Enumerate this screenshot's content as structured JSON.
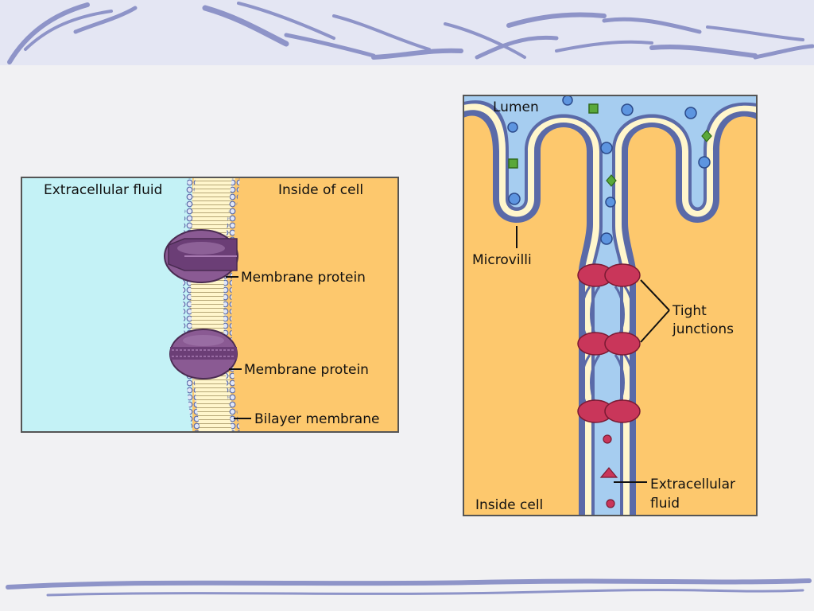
{
  "left_figure": {
    "label_extracellular": "Extracellular fluid",
    "label_inside": "Inside of cell",
    "label_protein_1": "Membrane protein",
    "label_protein_2": "Membrane protein",
    "label_bilayer": "Bilayer membrane"
  },
  "right_figure": {
    "label_lumen": "Lumen",
    "label_microvilli": "Microvilli",
    "label_tight_line1": "Tight",
    "label_tight_line2": "junctions",
    "label_extracellular_line1": "Extracellular",
    "label_extracellular_line2": "fluid",
    "label_inside_cell": "Inside cell"
  },
  "colors": {
    "extracellular": "#c4f2f6",
    "cytoplasm": "#fdc86d",
    "lumen": "#a6cdf0",
    "membrane_outline": "#5a6aa8",
    "membrane_fill": "#fff6cc",
    "protein": "#8a5a93",
    "tight_junction": "#c9365a",
    "decor_stroke": "#8e94c8"
  }
}
